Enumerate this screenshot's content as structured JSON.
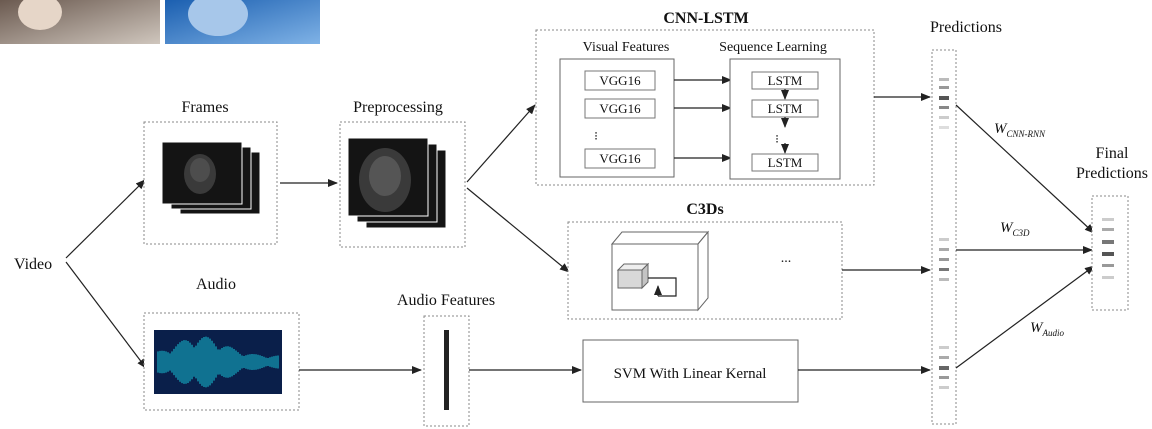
{
  "nodes": {
    "video": "Video",
    "frames": "Frames",
    "preprocessing": "Preprocessing",
    "audio": "Audio",
    "audio_features": "Audio Features",
    "cnn_lstm": "CNN-LSTM",
    "visual_features": "Visual Features",
    "sequence_learning": "Sequence Learning",
    "vgg": [
      "VGG16",
      "VGG16",
      "VGG16"
    ],
    "lstm": [
      "LSTM",
      "LSTM",
      "LSTM"
    ],
    "ellipsis_glyph": "⁝",
    "c3ds": "C3Ds",
    "c3d_ellipsis": "...",
    "svm": "SVM With Linear Kernal",
    "predictions": "Predictions",
    "final_predictions_line1": "Final",
    "final_predictions_line2": "Predictions"
  },
  "weights": {
    "cnn": {
      "main": "W",
      "sub": "CNN-RNN"
    },
    "c3d": {
      "main": "W",
      "sub": "C3D"
    },
    "audio": {
      "main": "W",
      "sub": "Audio"
    }
  },
  "colors": {
    "audio_wave": "#17c4d8",
    "audio_bg": "#0a1f4a",
    "frame_bg": "#141414",
    "c3d_cube": "#d8d8d8"
  }
}
